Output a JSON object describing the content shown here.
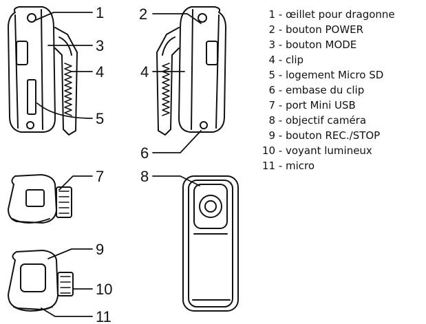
{
  "callouts": [
    "1",
    "2",
    "3",
    "4",
    "4",
    "5",
    "6",
    "7",
    "8",
    "9",
    "10",
    "11"
  ],
  "legend": [
    {
      "num": "1",
      "text": "- œillet pour dragonne"
    },
    {
      "num": "2",
      "text": "- bouton POWER"
    },
    {
      "num": "3",
      "text": "- bouton MODE"
    },
    {
      "num": "4",
      "text": "- clip"
    },
    {
      "num": "5",
      "text": "- logement Micro SD"
    },
    {
      "num": "6",
      "text": "- embase du clip"
    },
    {
      "num": "7",
      "text": "- port Mini USB"
    },
    {
      "num": "8",
      "text": "- objectif caméra"
    },
    {
      "num": "9",
      "text": "- bouton REC./STOP"
    },
    {
      "num": "10",
      "text": "- voyant lumineux"
    },
    {
      "num": "11",
      "text": "- micro"
    }
  ]
}
